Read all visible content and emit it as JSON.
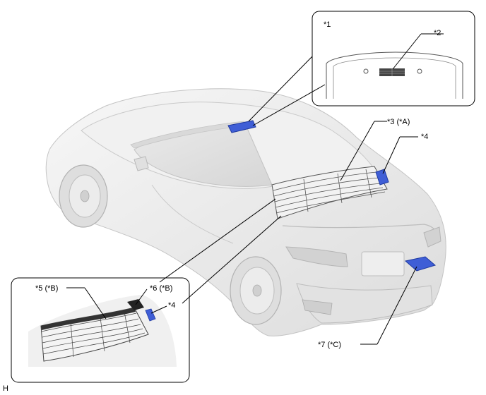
{
  "callouts": {
    "c1": "*1",
    "c2": "*2",
    "c3": "*3 (*A)",
    "c4_top": "*4",
    "c4_inset": "*4",
    "c5": "*5 (*B)",
    "c6": "*6 (*B)",
    "c7": "*7 (*C)"
  },
  "corner_mark": "H",
  "colors": {
    "car_body": "#ebebeb",
    "outline": "#bfbfbf",
    "highlight_blue": "#3f5ed6",
    "line": "#000000"
  }
}
